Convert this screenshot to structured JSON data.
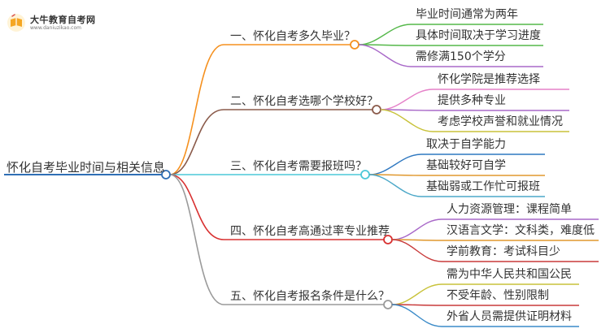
{
  "logo": {
    "title": "大牛教育自考网",
    "url": "www.daniuzikao.com"
  },
  "root": {
    "label": "怀化自考毕业时间与相关信息"
  },
  "branches": [
    {
      "label": "一、怀化自考多久毕业？",
      "color": "#F5901E",
      "children": [
        "毕业时间通常为两年",
        "具体时间取决于学习进度",
        "需修满150个学分"
      ],
      "child_colors": [
        "#55B84A",
        "#55B84A",
        "#A868C8"
      ]
    },
    {
      "label": "二、怀化自考选哪个学校好？",
      "color": "#8A5A4A",
      "children": [
        "怀化学院是推荐选择",
        "提供多种专业",
        "考虑学校声誉和就业情况"
      ],
      "child_colors": [
        "#E580C8",
        "#A868C8",
        "#C8C23A"
      ]
    },
    {
      "label": "三、怀化自考需要报班吗？",
      "color": "#4CC8D8",
      "children": [
        "取决于自学能力",
        "基础较好可自学",
        "基础弱或工作忙可报班"
      ],
      "child_colors": [
        "#2F78C0",
        "#E0982E",
        "#4CA8C8"
      ]
    },
    {
      "label": "四、怀化自考高通过率专业推荐",
      "color": "#D83030",
      "children": [
        "人力资源管理：课程简单",
        "汉语言文学：文科类，难度低",
        "学前教育：考试科目少"
      ],
      "child_colors": [
        "#A868C8",
        "#E0982E",
        "#C83A3A"
      ]
    },
    {
      "label": "五、怀化自考报名条件是什么？",
      "color": "#9A9A9A",
      "children": [
        "需为中华人民共和国公民",
        "不受年龄、性别限制",
        "外省人员需提供证明材料"
      ],
      "child_colors": [
        "#C8C23A",
        "#C83A3A",
        "#3A8AC8"
      ]
    }
  ]
}
